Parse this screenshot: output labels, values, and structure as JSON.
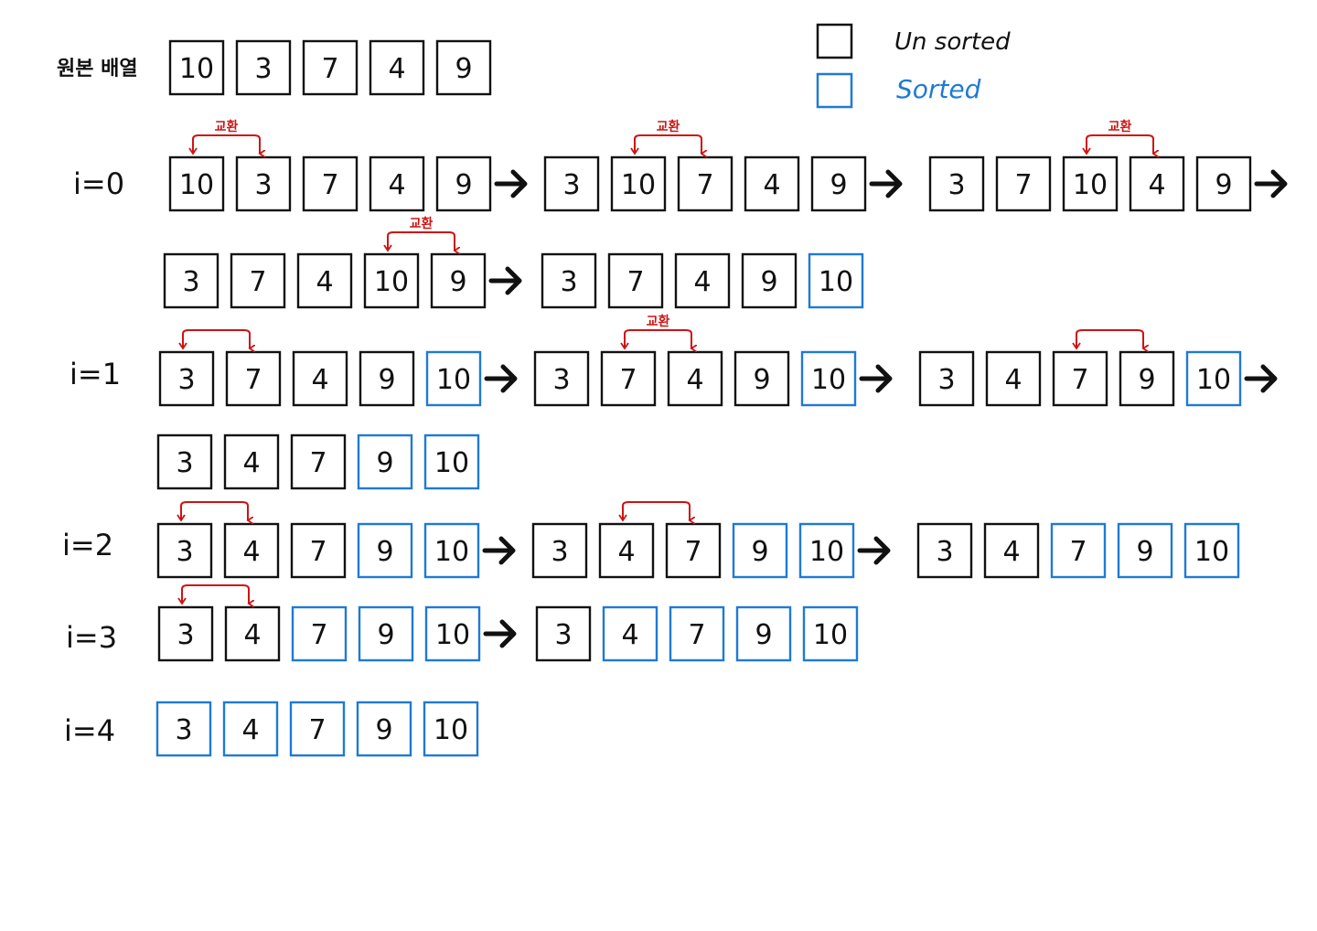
{
  "legend": {
    "unsorted_label": "Un sorted",
    "sorted_label": "Sorted"
  },
  "original": {
    "label": "원본 배열",
    "values": [
      10,
      3,
      7,
      4,
      9
    ]
  },
  "swap_label": "교환",
  "colors": {
    "unsorted": "#111111",
    "sorted": "#1e7ad6",
    "swap": "#cc1414"
  },
  "passes": [
    {
      "label": "i=0",
      "steps": [
        {
          "values": [
            10,
            3,
            7,
            4,
            9
          ],
          "sorted_from": 5,
          "swap": [
            0,
            1
          ],
          "swap_label": true
        },
        {
          "values": [
            3,
            10,
            7,
            4,
            9
          ],
          "sorted_from": 5,
          "swap": [
            1,
            2
          ],
          "swap_label": true
        },
        {
          "values": [
            3,
            7,
            10,
            4,
            9
          ],
          "sorted_from": 5,
          "swap": [
            2,
            3
          ],
          "swap_label": true
        },
        {
          "values": [
            3,
            7,
            4,
            10,
            9
          ],
          "sorted_from": 5,
          "swap": [
            3,
            4
          ],
          "swap_label": true
        },
        {
          "values": [
            3,
            7,
            4,
            9,
            10
          ],
          "sorted_from": 4,
          "swap": null,
          "swap_label": false
        }
      ]
    },
    {
      "label": "i=1",
      "steps": [
        {
          "values": [
            3,
            7,
            4,
            9,
            10
          ],
          "sorted_from": 4,
          "swap": [
            0,
            1
          ],
          "swap_label": false
        },
        {
          "values": [
            3,
            7,
            4,
            9,
            10
          ],
          "sorted_from": 4,
          "swap": [
            1,
            2
          ],
          "swap_label": true
        },
        {
          "values": [
            3,
            4,
            7,
            9,
            10
          ],
          "sorted_from": 4,
          "swap": [
            2,
            3
          ],
          "swap_label": false
        },
        {
          "values": [
            3,
            4,
            7,
            9,
            10
          ],
          "sorted_from": 3,
          "swap": null,
          "swap_label": false
        }
      ]
    },
    {
      "label": "i=2",
      "steps": [
        {
          "values": [
            3,
            4,
            7,
            9,
            10
          ],
          "sorted_from": 3,
          "swap": [
            0,
            1
          ],
          "swap_label": false
        },
        {
          "values": [
            3,
            4,
            7,
            9,
            10
          ],
          "sorted_from": 3,
          "swap": [
            1,
            2
          ],
          "swap_label": false
        },
        {
          "values": [
            3,
            4,
            7,
            9,
            10
          ],
          "sorted_from": 2,
          "swap": null,
          "swap_label": false
        }
      ]
    },
    {
      "label": "i=3",
      "steps": [
        {
          "values": [
            3,
            4,
            7,
            9,
            10
          ],
          "sorted_from": 2,
          "swap": [
            0,
            1
          ],
          "swap_label": false
        },
        {
          "values": [
            3,
            4,
            7,
            9,
            10
          ],
          "sorted_from": 1,
          "swap": null,
          "swap_label": false
        }
      ]
    },
    {
      "label": "i=4",
      "steps": [
        {
          "values": [
            3,
            4,
            7,
            9,
            10
          ],
          "sorted_from": 0,
          "swap": null,
          "swap_label": false
        }
      ]
    }
  ]
}
